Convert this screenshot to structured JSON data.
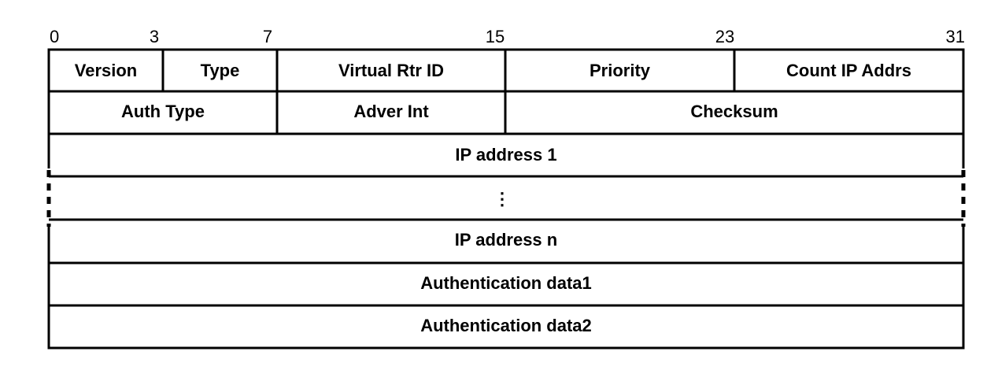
{
  "bit_positions": [
    "0",
    "3",
    "7",
    "15",
    "23",
    "31"
  ],
  "rows": [
    {
      "fields": [
        {
          "label": "Version"
        },
        {
          "label": "Type"
        },
        {
          "label": "Virtual Rtr ID"
        },
        {
          "label": "Priority"
        },
        {
          "label": "Count IP Addrs"
        }
      ]
    },
    {
      "fields": [
        {
          "label": "Auth Type"
        },
        {
          "label": "Adver Int"
        },
        {
          "label": "Checksum"
        }
      ]
    },
    {
      "fields": [
        {
          "label": "IP address 1"
        }
      ]
    },
    {
      "fields": [
        {
          "label": "⋮"
        }
      ]
    },
    {
      "fields": [
        {
          "label": "IP address n"
        }
      ]
    },
    {
      "fields": [
        {
          "label": "Authentication data1"
        }
      ]
    },
    {
      "fields": [
        {
          "label": "Authentication data2"
        }
      ]
    }
  ]
}
